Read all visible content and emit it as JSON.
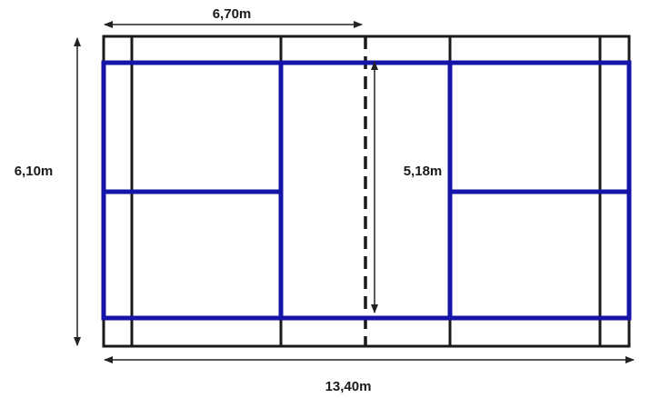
{
  "labels": {
    "half_length": "6,70m",
    "width": "6,10m",
    "singles_width": "5,18m",
    "length": "13,40m"
  },
  "colors": {
    "outer_lines": "#1a1a1a",
    "inner_lines": "#1414a8",
    "arrows": "#222222"
  }
}
